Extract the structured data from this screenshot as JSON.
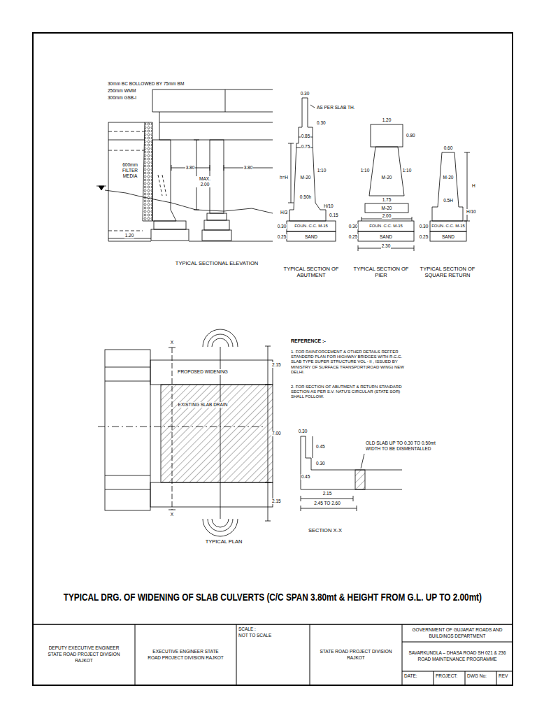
{
  "diagram": {
    "title": "TYPICAL DRG. OF WIDENING OF SLAB CULVERTS (C/C SPAN 3.80mt & HEIGHT FROM G.L. UP TO 2.00mt)",
    "nodes": [
      {
        "text": [
          "DEPUTY EXECUTIVE ENGINEER STATE ROAD PROJECT DIVISION RAJKOT"
        ]
      },
      {
        "text": [
          "EXECUTIVE ENGINEER STATE ROAD PROJECT DIVISION RAJKOT"
        ]
      },
      {
        "text": [
          "SCALE :",
          "NOT TO SCALE"
        ]
      },
      {
        "text": [
          "STATE ROAD PROJECT DIVISION RAJKOT"
        ]
      },
      {
        "text": [
          "GOVERNMENT OF GUJARAT ROADS AND BUILDINGS DEPARTMENT"
        ]
      },
      {
        "text": [
          "SAVARKUNDLA – DHASA ROAD SH 021 & 236 ROAD MAINTENANCE PROGRAMME"
        ]
      },
      {
        "text": [
          "DATE:"
        ]
      },
      {
        "text": [
          "PROJECT:"
        ]
      },
      {
        "text": [
          "DWG No:"
        ]
      },
      {
        "text": [
          "REV"
        ]
      }
    ],
    "labels": [
      "30mm BC BOLLOWED BY 75mm BM",
      "250mm WMM",
      "300mm GSB-I",
      "600mm FILTER MEDIA",
      "3.80",
      "3.80",
      "MAX. 2.00",
      "1.20",
      "TYPICAL SECTIONAL ELEVATION",
      "0.30",
      "AS PER SLAB TH.",
      "0.30",
      "0.85",
      "0.75",
      "h=H",
      "M-20",
      "1:10",
      "0.50h",
      "H/10",
      "H/3",
      "0.15",
      "0.30",
      "FOUN. C.C. M-15",
      "0.25",
      "SAND",
      "TYPICAL SECTION OF ABUTMENT",
      "1.20",
      "0.80",
      "1:10",
      "M-20",
      "1:10",
      "1.75",
      "M-20",
      "2.00",
      "0.30",
      "FOUN. C.C. M-15",
      "0.25",
      "SAND",
      "2.30",
      "TYPICAL SECTION OF PIER",
      "0.60",
      "H",
      "M-20",
      "0.5H",
      "H/10",
      "0.30",
      "FOUN. C.C. M-15",
      "0.25",
      "SAND",
      "TYPICAL SECTION OF SQUARE RETURN",
      "X",
      "X",
      "PROPOSED WIDENING",
      "EXISTING SLAB DRAIN",
      "2.15",
      "7.00",
      "2.15",
      "TYPICAL PLAN",
      "REFERENCE :-",
      "1. FOR RAINFORCEMENT & OTHER DETAILS REFFER STANDERD PLAN FOR HIGHWAY BRIDGES WITH R.C.C. SLAB TYPE SUPER STRUCTURE VOL - II , ISSUED BY MINISTRY OF SURFACE TRANSPORT(ROAD WING) NEW DELHI.",
      "2. FOR SECTION OF ABUTMENT & RETURN STANDARD SECTION AS PER S.V. NATU'S CIRCULAR (STATE SOR) SHALL FOLLOW.",
      "0.30",
      "0.45",
      "0.45",
      "0.30",
      "OLD SLAB UP TO 0.30 TO 0.50mt WIDTH TO BE DISMENTALLED",
      "2.15",
      "2.45 TO 2.60",
      "SECTION X-X"
    ]
  }
}
